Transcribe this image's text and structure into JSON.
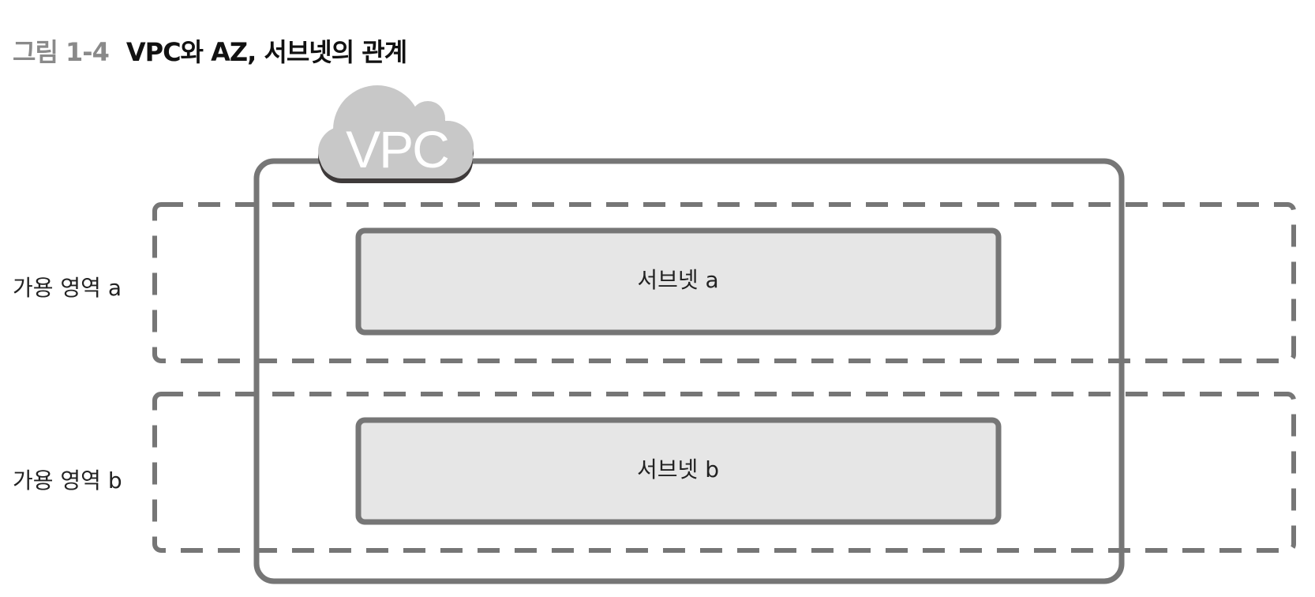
{
  "caption": {
    "figure_number": "그림 1-4",
    "title": "VPC와 AZ, 서브넷의 관계"
  },
  "vpc": {
    "label": "VPC",
    "icon": "cloud-icon"
  },
  "availability_zones": [
    {
      "label": "가용 영역 a"
    },
    {
      "label": "가용 영역 b"
    }
  ],
  "subnets": [
    {
      "label": "서브넷 a"
    },
    {
      "label": "서브넷 b"
    }
  ],
  "colors": {
    "frame": "#767676",
    "subnet_fill": "#e6e6e6",
    "cloud_fill": "#c8c8c8",
    "cloud_shadow": "#3e3a3a",
    "caption_number": "#8a8a8a"
  }
}
